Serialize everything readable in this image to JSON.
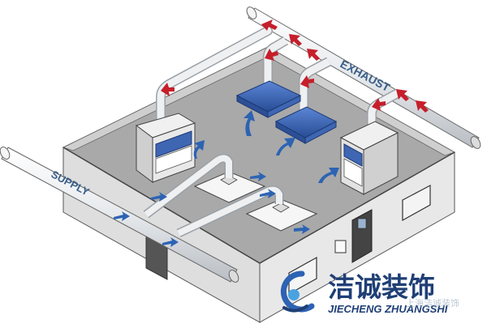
{
  "labels": {
    "exhaust": "EXHAUST",
    "supply": "SUPPLY"
  },
  "brand": {
    "name_cn": "洁诚装饰",
    "name_en": "JIECHENG ZHUANGSHI",
    "watermark": "上海洁诚装饰"
  },
  "colors": {
    "duct": "#e9ecef",
    "floor": "#a9a9a9",
    "wall": "#dcdcdc",
    "hood_blue": "#3f66b3",
    "arrow_red": "#c61f2b",
    "arrow_blue": "#2d63b3"
  }
}
